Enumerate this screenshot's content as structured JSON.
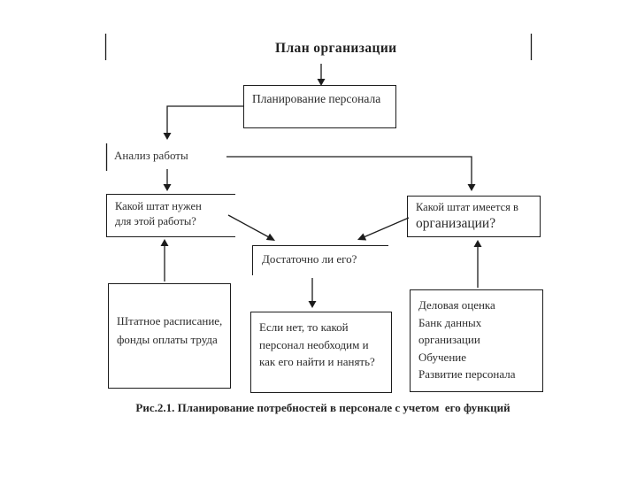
{
  "page": {
    "background": "#ffffff",
    "ink": "#1c1c1c"
  },
  "diagram": {
    "title": "План организации",
    "caption": "Рис.2.1. Планирование потребностей в персонале с учетом  его функций",
    "boxes": {
      "planning": {
        "label": "Планирование персонала"
      },
      "analysis": {
        "label": "Анализ работы"
      },
      "staff_needed": {
        "lines": [
          "Какой штат нужен",
          "для этой работы?"
        ]
      },
      "staff_available": {
        "lines": [
          "Какой штат имеется в",
          "организации?"
        ]
      },
      "enough": {
        "label": "Достаточно ли его?"
      },
      "staffing": {
        "lines": [
          "Штатное расписание,",
          "фонды оплаты труда"
        ]
      },
      "if_not": {
        "lines": [
          "Если нет, то какой",
          "персонал необходим и",
          "как его найти и нанять?"
        ]
      },
      "assessment": {
        "lines": [
          "Деловая оценка",
          "Банк данных",
          "организации",
          "Обучение",
          "Развитие персонала"
        ]
      }
    }
  }
}
